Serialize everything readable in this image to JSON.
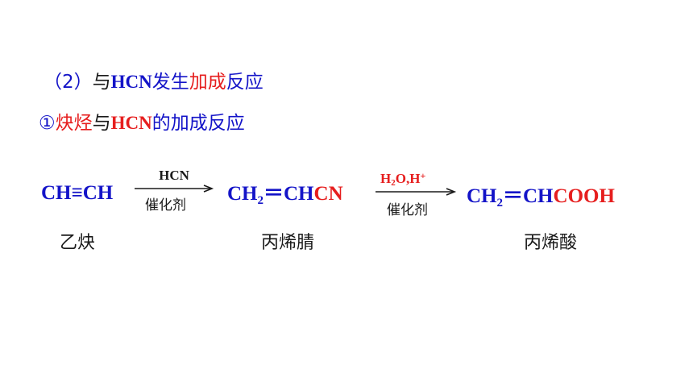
{
  "heading": {
    "prefix": "（2）",
    "yu": "与",
    "hcn": "HCN",
    "fasheng": "发生",
    "jiacheng": "加成",
    "fanying": "反应"
  },
  "subheading": {
    "circle": "①",
    "alkyne": "炔烃",
    "yu": "与",
    "hcn": "HCN",
    "rest": "的加成反应"
  },
  "reaction": {
    "reactant": "CH≡CH",
    "step1": {
      "reagent": "HCN",
      "catalyst": "催化剂"
    },
    "intermediate": {
      "ch": "CH",
      "sub": "2",
      "mid": "＝CH",
      "cn": "CN"
    },
    "step2": {
      "h": "H",
      "sub": "2",
      "rest": "O,H",
      "sup": "+",
      "catalyst": "催化剂"
    },
    "product": {
      "ch": "CH",
      "sub": "2",
      "mid": "＝CH",
      "cooh": "COOH"
    }
  },
  "names": {
    "reactant": "乙炔",
    "intermediate": "丙烯腈",
    "product": "丙烯酸"
  },
  "colors": {
    "blue": "#1414c8",
    "red": "#e61e1e",
    "black": "#1a1a1a"
  }
}
